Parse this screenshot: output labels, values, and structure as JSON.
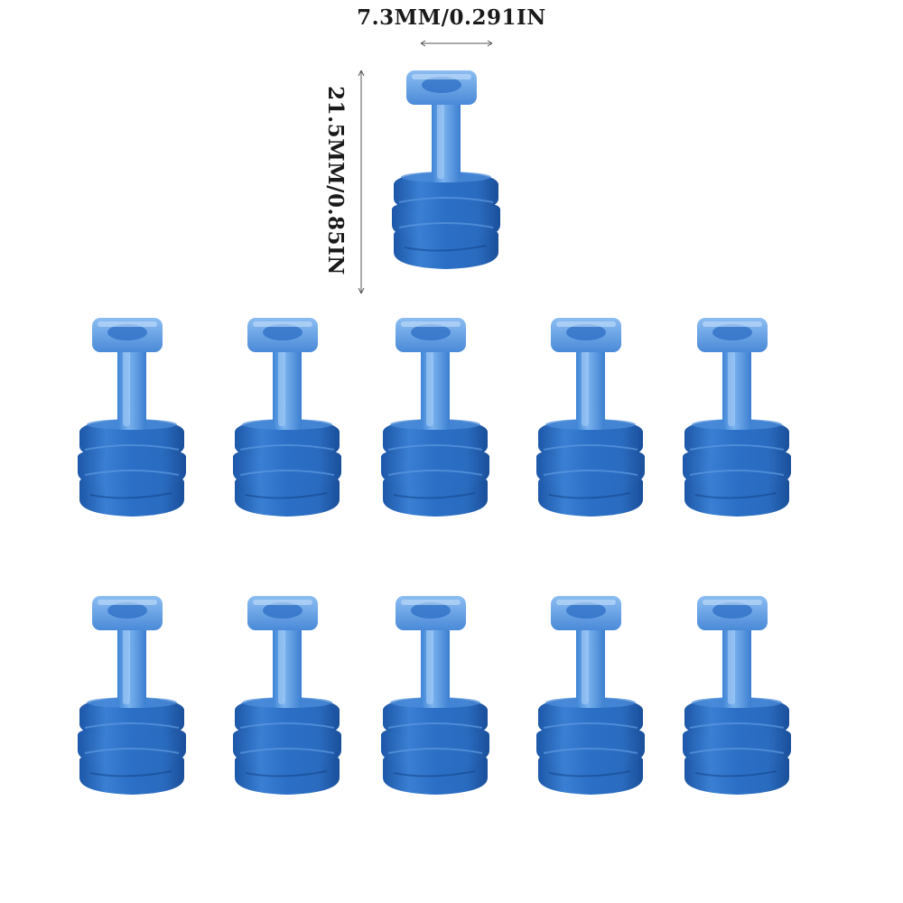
{
  "dimensions": {
    "width_label": "7.3MM/0.291IN",
    "height_label": "21.5MM/0.85IN"
  },
  "product": {
    "icon": "blue-plastic-peg-icon",
    "item_count": 11,
    "colors": {
      "body": "#2e74c9",
      "body_dark": "#1f56a3",
      "highlight": "#6fa8ea",
      "dimension_line": "#555555"
    }
  }
}
